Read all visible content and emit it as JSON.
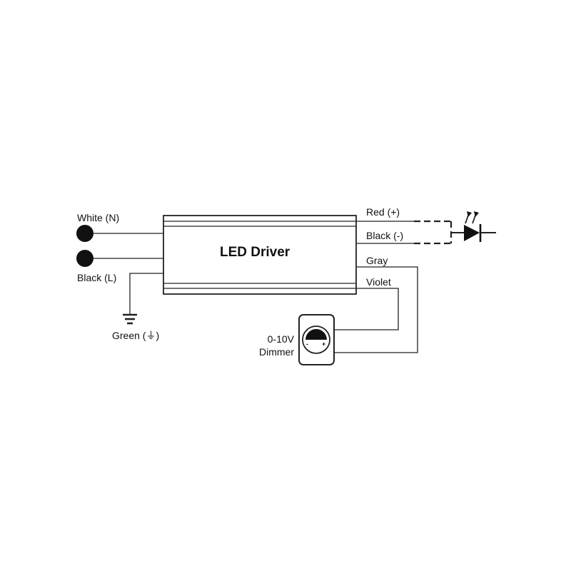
{
  "driver": {
    "title": "LED Driver"
  },
  "inputs": {
    "white": "White (N)",
    "black": "Black (L)",
    "green": "Green (⏚)"
  },
  "outputs": {
    "red": "Red (+)",
    "black": "Black (-)",
    "gray": "Gray",
    "violet": "Violet"
  },
  "dimmer": {
    "line1": "0-10V",
    "line2": "Dimmer",
    "minus": "-",
    "plus": "+"
  },
  "icons": [
    "terminal-icon",
    "ground-icon",
    "led-diode-icon",
    "dimmer-knob-icon"
  ],
  "colors": {
    "line": "#222222",
    "fill": "#ffffff",
    "terminal": "#111111"
  }
}
